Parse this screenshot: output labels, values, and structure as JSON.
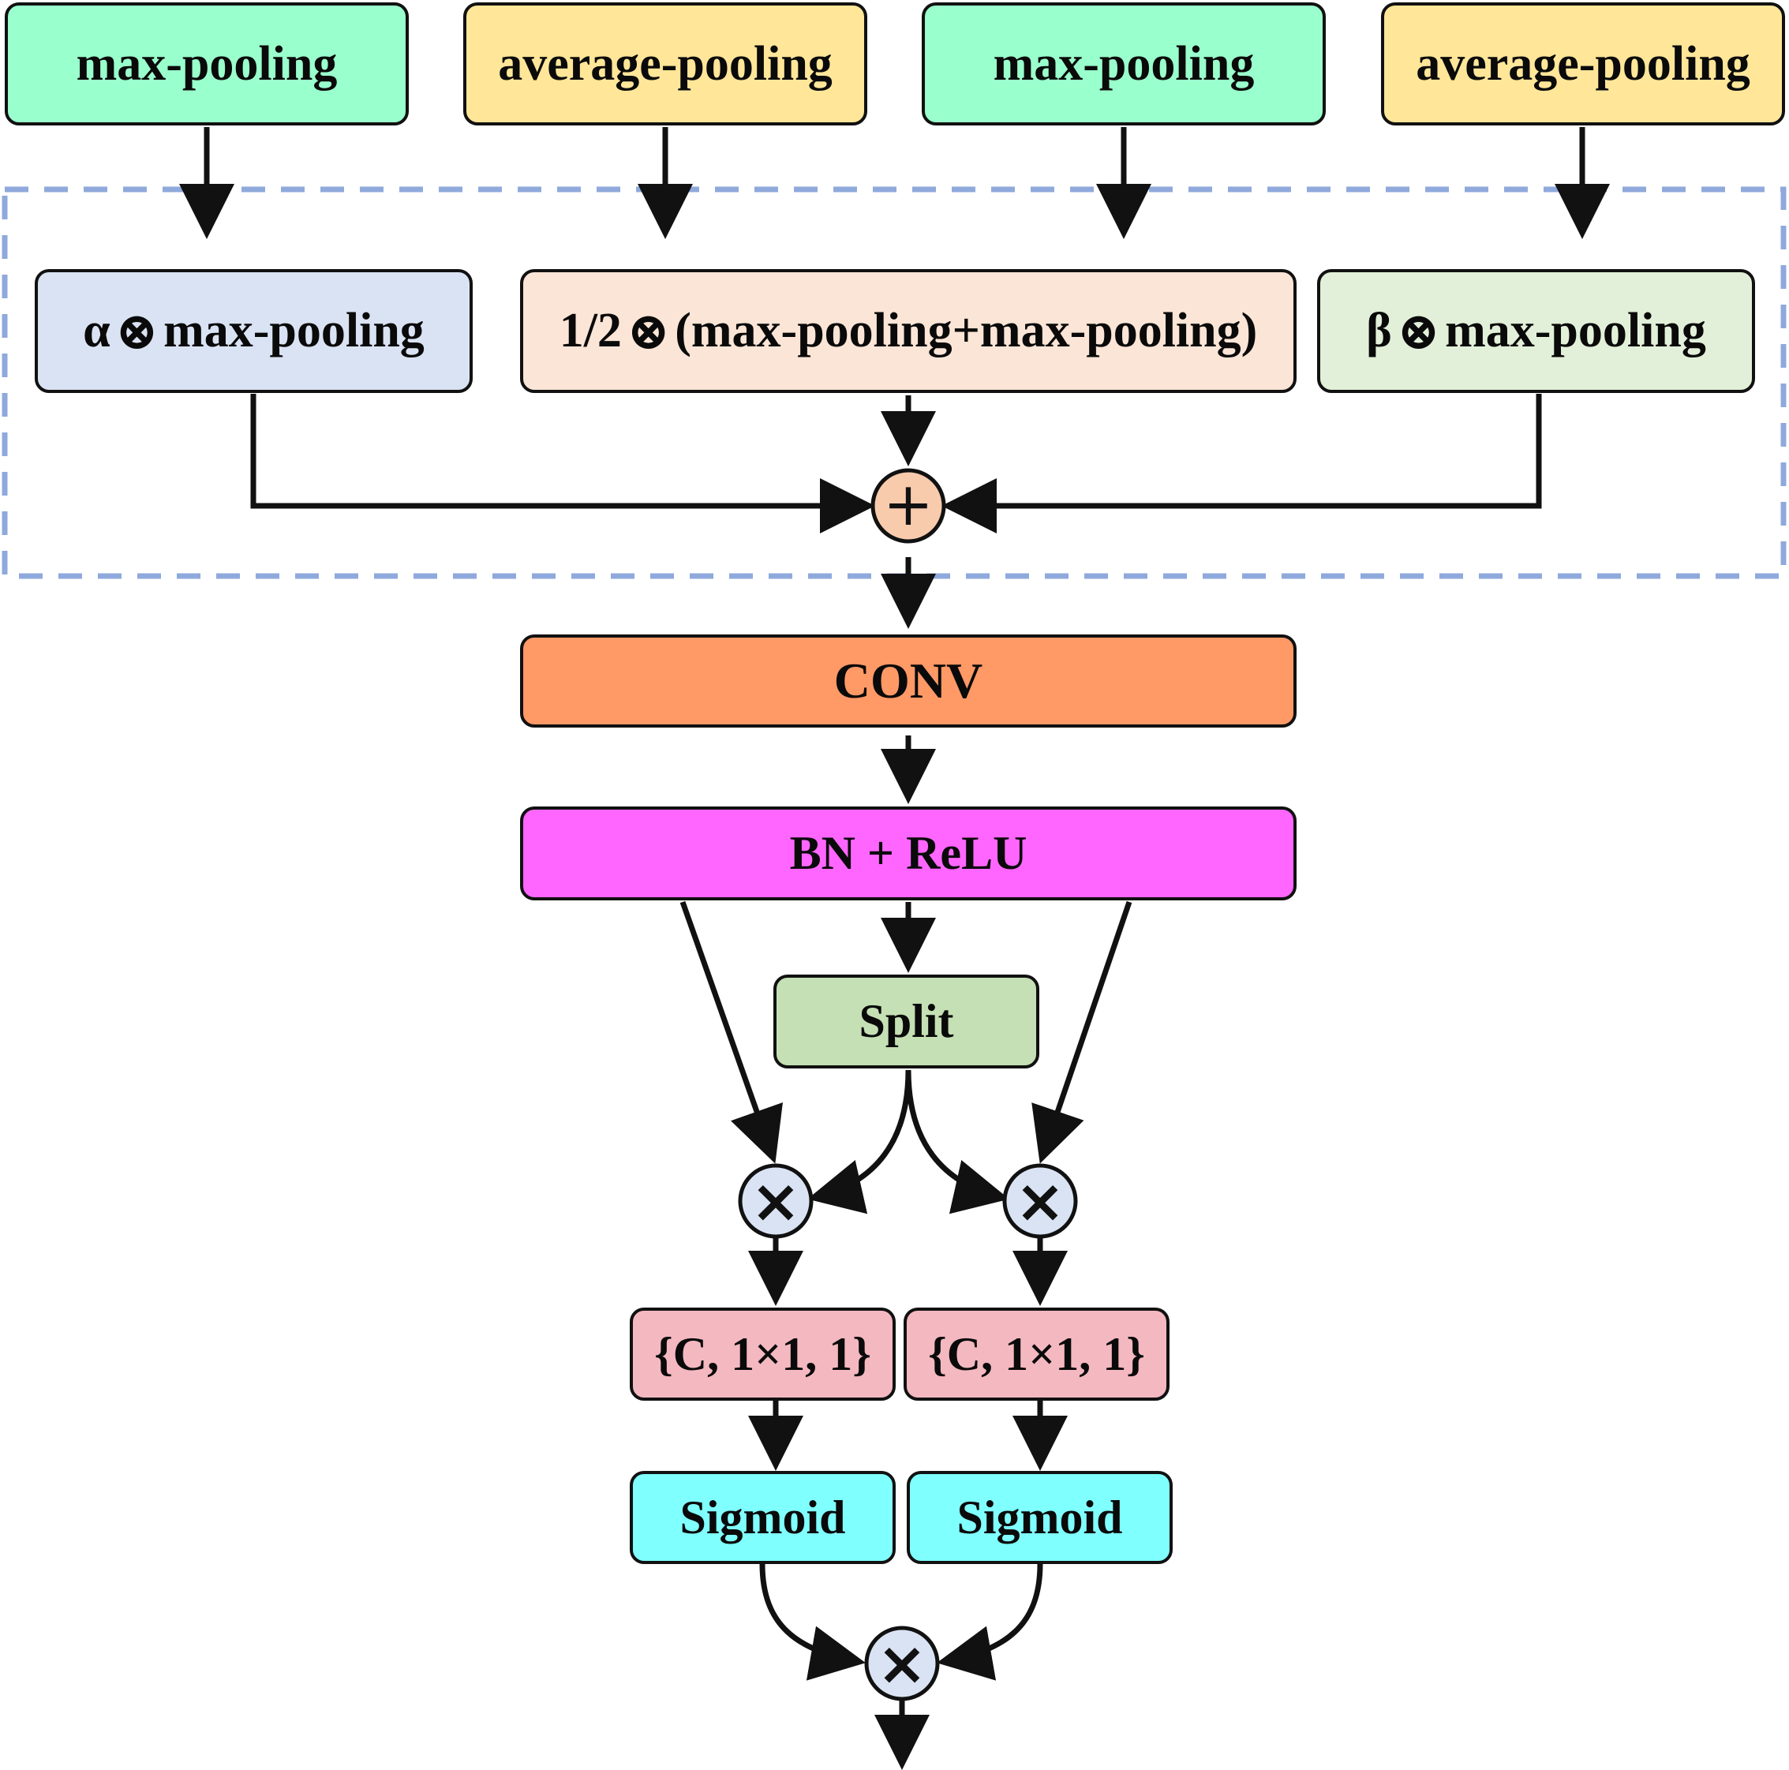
{
  "colors": {
    "max_pooling": "#99ffcc",
    "average_pooling": "#ffe699",
    "alpha_box": "#dae3f3",
    "half_box": "#fbe5d6",
    "beta_box": "#e2f0d9",
    "conv": "#ff9966",
    "bn_relu": "#ff66ff",
    "split": "#c5e0b4",
    "c_box": "#f4b8c0",
    "sigmoid": "#80ffff",
    "plus_node": "#f8cbad",
    "mult_node": "#dae3f3",
    "dashed_border": "#8fa9dc"
  },
  "inputs": [
    {
      "label": "max-pooling"
    },
    {
      "label": "average-pooling"
    },
    {
      "label": "max-pooling"
    },
    {
      "label": "average-pooling"
    }
  ],
  "fusion": {
    "alpha_box": {
      "coef": "α",
      "op": "⊗",
      "text": "max-pooling"
    },
    "half_box": {
      "coef": "1/2",
      "op": "⊗",
      "text": "(max-pooling+max-pooling)"
    },
    "beta_box": {
      "coef": "β",
      "op": "⊗",
      "text": "max-pooling"
    },
    "sum_symbol": "+"
  },
  "conv": {
    "label": "CONV"
  },
  "bn_relu": {
    "label": "BN + ReLU"
  },
  "split": {
    "label": "Split"
  },
  "mult_symbol": "×",
  "branches": [
    {
      "conv_label": "{C, 1×1, 1}",
      "activation_label": "Sigmoid"
    },
    {
      "conv_label": "{C, 1×1, 1}",
      "activation_label": "Sigmoid"
    }
  ]
}
